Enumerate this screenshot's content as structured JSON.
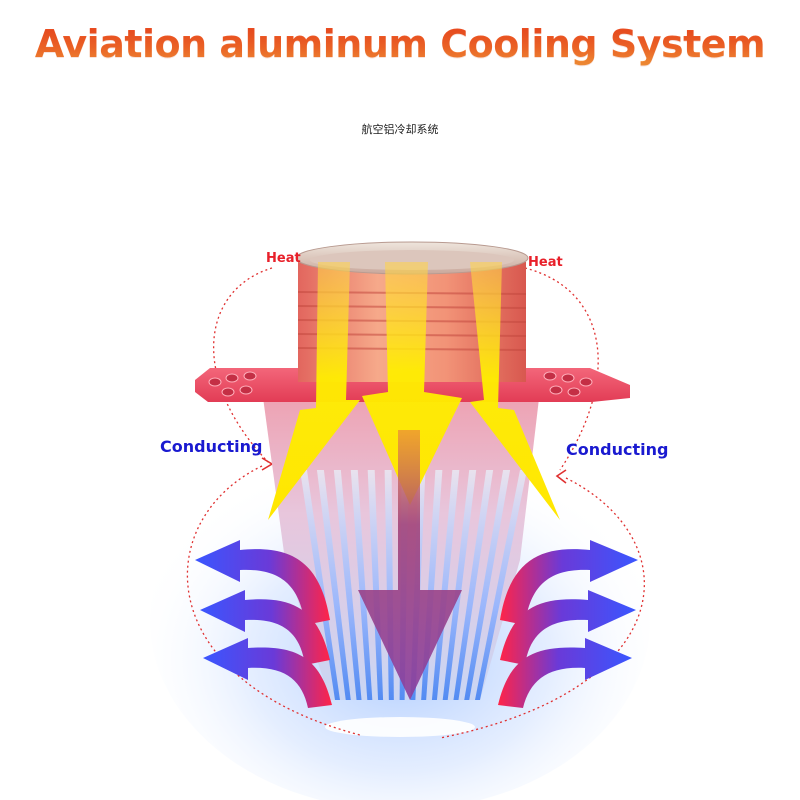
{
  "title": "Aviation aluminum Cooling System",
  "subtitle": "航空铝冷却系统",
  "labels": {
    "heat_left": "Heat",
    "heat_right": "Heat",
    "conducting_left": "Conducting",
    "conducting_right": "Conducting"
  },
  "colors": {
    "title": "#ee3322",
    "heat_label": "#e8202a",
    "conducting_label": "#1a1ad0",
    "hot_flow": "#ffe600",
    "cool_flow": "#3a4cf0",
    "core_arrow": "#9b3b8f",
    "housing": "#f0506a",
    "glow": "#cfe0ff"
  },
  "icons": {
    "hot_arrow": "down-arrow-icon",
    "cool_arrow": "curved-arrow-icon"
  }
}
